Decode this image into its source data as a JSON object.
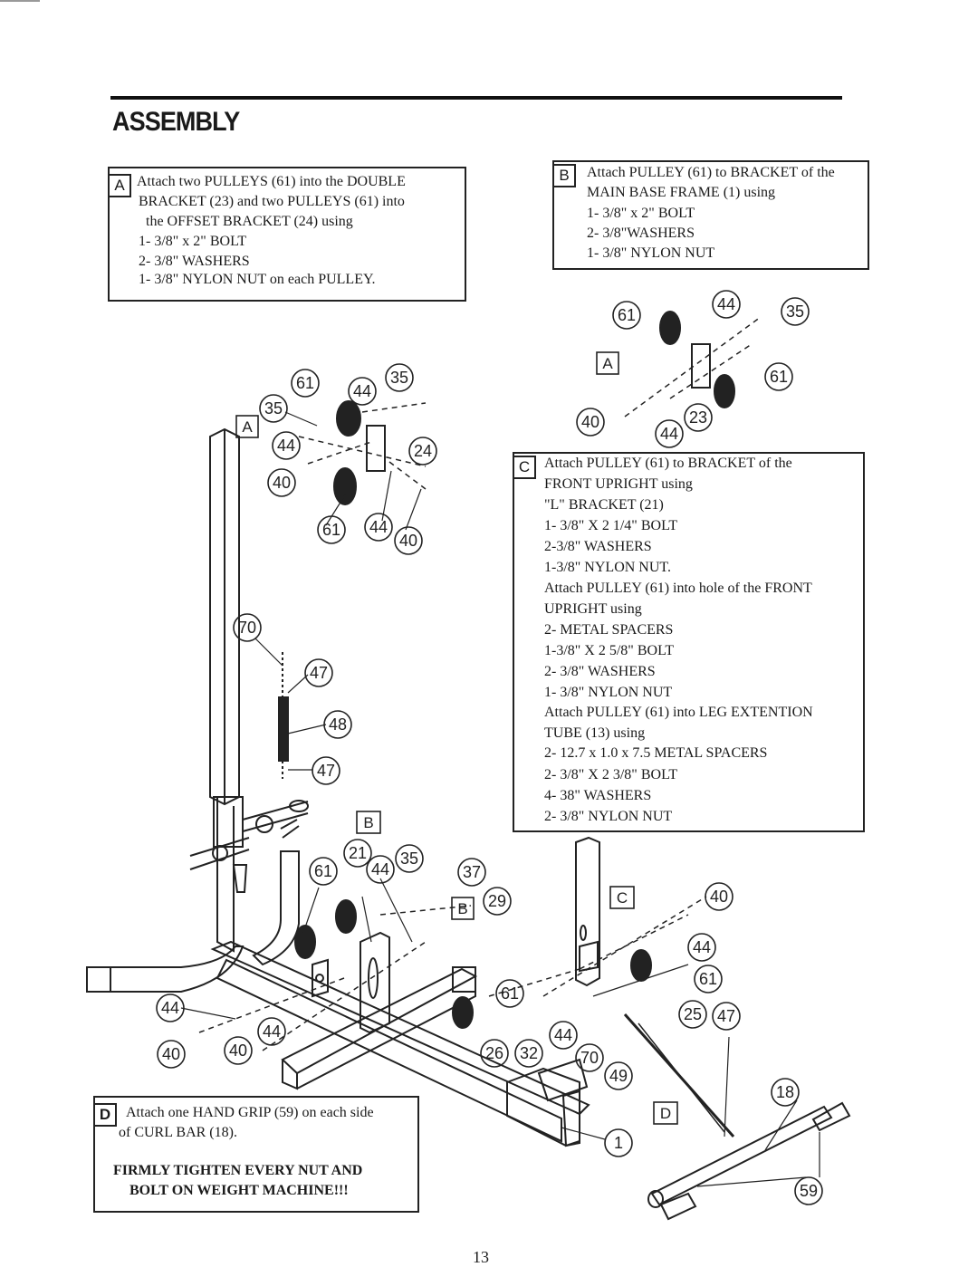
{
  "header": {
    "title": "ASSEMBLY"
  },
  "steps": {
    "a": {
      "letter": "A",
      "lines": [
        "Attach two PULLEYS (61) into the DOUBLE",
        "BRACKET (23) and two PULLEYS (61) into",
        "the OFFSET BRACKET (24) using",
        "1- 3/8\" x 2\" BOLT",
        "2- 3/8\" WASHERS",
        "1- 3/8\" NYLON NUT on each PULLEY."
      ]
    },
    "b": {
      "letter": "B",
      "lines": [
        "Attach PULLEY (61) to BRACKET of the",
        "MAIN BASE FRAME (1) using",
        "1- 3/8\" x 2\" BOLT",
        "2- 3/8\"WASHERS",
        "1- 3/8\" NYLON NUT"
      ]
    },
    "c": {
      "letter": "C",
      "lines": [
        "Attach PULLEY (61) to BRACKET of the",
        "FRONT UPRIGHT using",
        "\"L\" BRACKET (21)",
        "1- 3/8\" X 2 1/4\" BOLT",
        "2-3/8\" WASHERS",
        "1-3/8\" NYLON NUT.",
        "Attach PULLEY (61) into hole of the FRONT",
        "UPRIGHT using",
        "2- METAL SPACERS",
        "1-3/8\" X 2 5/8\" BOLT",
        "2- 3/8\" WASHERS",
        "1- 3/8\" NYLON NUT",
        "Attach PULLEY (61) into LEG EXTENTION",
        "TUBE (13) using",
        "2- 12.7 x 1.0 x 7.5 METAL SPACERS",
        "2- 3/8\" X 2 3/8\" BOLT",
        "4- 38\" WASHERS",
        "2- 3/8\" NYLON NUT"
      ]
    },
    "d": {
      "letter": "D",
      "lines": [
        "Attach one HAND GRIP (59) on each side",
        "of CURL BAR (18)."
      ],
      "warning": [
        "FIRMLY TIGHTEN EVERY NUT AND",
        "BOLT ON WEIGHT MACHINE!!!"
      ]
    }
  },
  "diagram": {
    "callouts": [
      "61",
      "44",
      "35",
      "35",
      "44",
      "24",
      "40",
      "61",
      "44",
      "40",
      "70",
      "47",
      "48",
      "47",
      "61",
      "44",
      "35",
      "61",
      "40",
      "23",
      "44",
      "21",
      "61",
      "44",
      "35",
      "37",
      "29",
      "61",
      "44",
      "44",
      "40",
      "40",
      "26",
      "32",
      "44",
      "70",
      "40",
      "44",
      "61",
      "25",
      "47",
      "49",
      "18",
      "59",
      "1"
    ],
    "tags": [
      "A",
      "A",
      "B",
      "B",
      "C",
      "D"
    ]
  },
  "footer": {
    "page": "13"
  }
}
